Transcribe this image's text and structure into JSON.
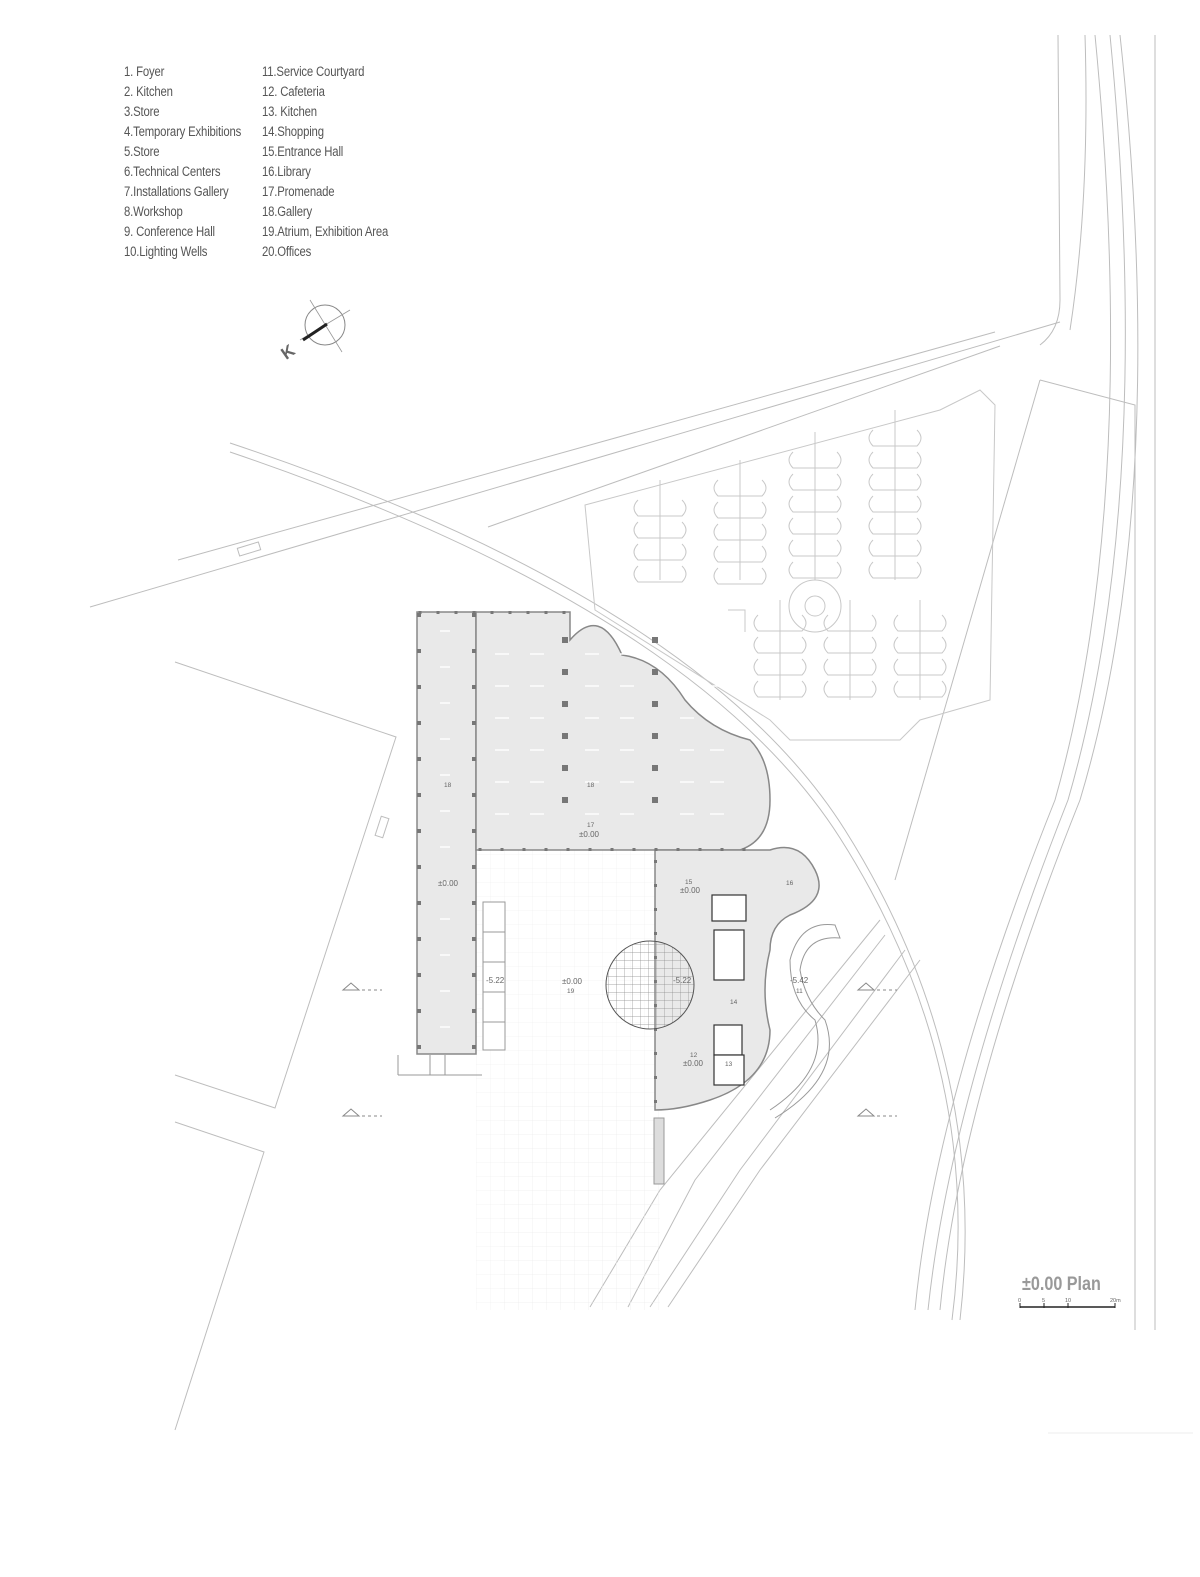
{
  "legend": {
    "column_1": [
      "1. Foyer",
      "2. Kitchen",
      "3.Store",
      "4.Temporary Exhibitions",
      "5.Store",
      "6.Technical Centers",
      "7.Installations Gallery",
      "8.Workshop",
      "9. Conference Hall",
      "10.Lighting Wells"
    ],
    "column_2": [
      "11.Service Courtyard",
      "12. Cafeteria",
      "13. Kitchen",
      "14.Shopping",
      "15.Entrance Hall",
      "16.Library",
      "17.Promenade",
      "18.Gallery",
      "19.Atrium, Exhibition Area",
      "20.Offices"
    ]
  },
  "north_arrow": {
    "letter": "K",
    "icon": "north-arrow-icon"
  },
  "plan_title": "±0.00 Plan",
  "scale_bar": {
    "ticks": [
      "0",
      "5",
      "10",
      "20m"
    ]
  },
  "elevation_labels": {
    "promenade": "±0.00",
    "west_wing": "±0.00",
    "atrium": "±0.00",
    "light_well": "-5.22",
    "sunken_court": "-5.22",
    "entrance_hall": "±0.00",
    "cafeteria": "±0.00",
    "service_courtyard": "-5.42"
  },
  "room_numbers": {
    "gallery_west": "18",
    "gallery_east": "18",
    "promenade": "17",
    "atrium": "19",
    "entrance_hall": "15",
    "library": "16",
    "shopping": "14",
    "cafeteria": "12",
    "kitchen": "13",
    "service_courtyard": "11"
  },
  "colors": {
    "line": "#b5b5b5",
    "building_fill": "#e9e9e9",
    "text": "#555555"
  }
}
